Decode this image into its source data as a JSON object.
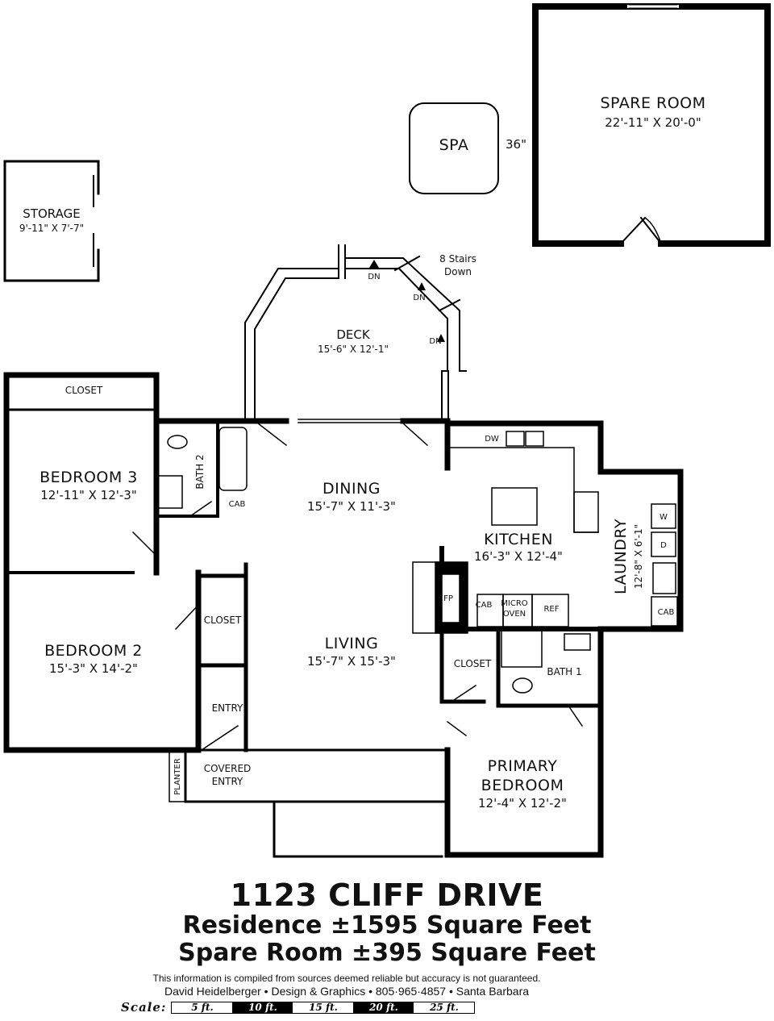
{
  "rooms": {
    "spare_room": {
      "name": "SPARE ROOM",
      "dims": "22'-11\" X 20'-0\""
    },
    "spa": {
      "name": "SPA",
      "clearance": "36\""
    },
    "storage": {
      "name": "STORAGE",
      "dims": "9'-11\" X 7'-7\""
    },
    "stairs_note": {
      "line1": "8 Stairs",
      "line2": "Down"
    },
    "dn_label": "DN",
    "deck": {
      "name": "DECK",
      "dims": "15'-6\" X 12'-1\""
    },
    "closet_label": "CLOSET",
    "bedroom3": {
      "name": "BEDROOM 3",
      "dims": "12'-11\" X 12'-3\""
    },
    "bath2": {
      "name": "BATH 2"
    },
    "cab_label": "CAB",
    "dining": {
      "name": "DINING",
      "dims": "15'-7\" X 11'-3\""
    },
    "dw_label": "DW",
    "kitchen": {
      "name": "KITCHEN",
      "dims": "16'-3\" X 12'-4\""
    },
    "laundry": {
      "name": "LAUNDRY",
      "dims": "12'-8\" X 6'-1\""
    },
    "washer_label": "W",
    "dryer_label": "D",
    "fp_label": "FP",
    "micro": {
      "line1": "MICRO",
      "line2": "OVEN"
    },
    "ref_label": "REF",
    "bedroom2": {
      "name": "BEDROOM 2",
      "dims": "15'-3\" X 14'-2\""
    },
    "living": {
      "name": "LIVING",
      "dims": "15'-7\" X 15'-3\""
    },
    "bath1": {
      "name": "BATH 1"
    },
    "entry": {
      "name": "ENTRY"
    },
    "covered_entry": {
      "line1": "COVERED",
      "line2": "ENTRY"
    },
    "planter": "PLANTER",
    "primary": {
      "line1": "PRIMARY",
      "line2": "BEDROOM",
      "dims": "12'-4\" X 12'-2\""
    }
  },
  "footer": {
    "address": "1123 CLIFF DRIVE",
    "residence": "Residence ±1595 Square Feet",
    "spare": "Spare Room ±395 Square Feet",
    "disclaimer": "This information is compiled from sources deemed reliable but accuracy is not guaranteed.",
    "credit": "David Heidelberger • Design & Graphics • 805·965·4857 • Santa Barbara",
    "scale_title": "Scale:",
    "scale": [
      "5 ft.",
      "10 ft.",
      "15 ft.",
      "20 ft.",
      "25 ft."
    ]
  }
}
